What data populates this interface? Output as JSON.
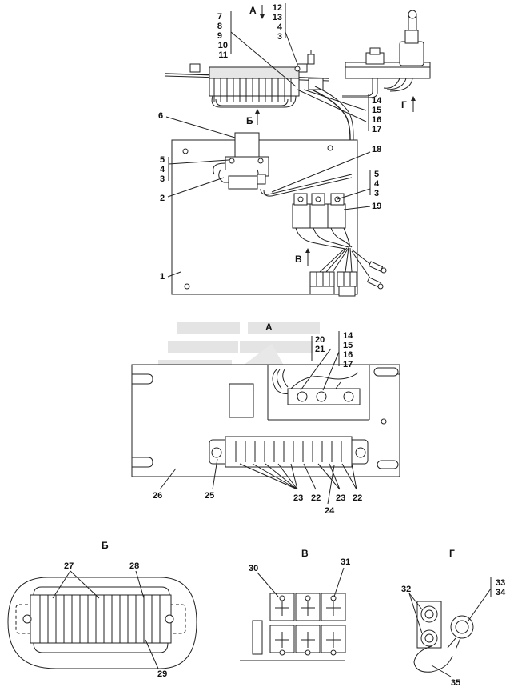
{
  "view_titles": {
    "a_top": "А",
    "b_top": "Б",
    "v_top": "В",
    "g_top": "Г",
    "a_section": "А",
    "b_section": "Б",
    "v_section": "В",
    "g_section": "Г"
  },
  "stacks": {
    "top_left": [
      "7",
      "8",
      "9",
      "10",
      "11"
    ],
    "top_right": [
      "12",
      "13",
      "4",
      "3"
    ],
    "right_mid": [
      "14",
      "15",
      "16",
      "17"
    ],
    "left_mid": [
      "5",
      "4",
      "3"
    ],
    "relay": [
      "5",
      "4",
      "3"
    ],
    "section_a_left": [
      "20",
      "21"
    ],
    "section_a_right": [
      "14",
      "15",
      "16",
      "17"
    ],
    "g_right": [
      "33",
      "34"
    ]
  },
  "callouts": {
    "c1": "1",
    "c2": "2",
    "c6": "6",
    "c18": "18",
    "c19": "19",
    "c22a": "22",
    "c22b": "22",
    "c23a": "23",
    "c23b": "23",
    "c24": "24",
    "c25": "25",
    "c26": "26",
    "c27": "27",
    "c28": "28",
    "c29": "29",
    "c30": "30",
    "c31": "31",
    "c32": "32",
    "c35": "35"
  },
  "colors": {
    "line": "#222222",
    "watermark": "#d9d9d9",
    "background": "#ffffff"
  }
}
